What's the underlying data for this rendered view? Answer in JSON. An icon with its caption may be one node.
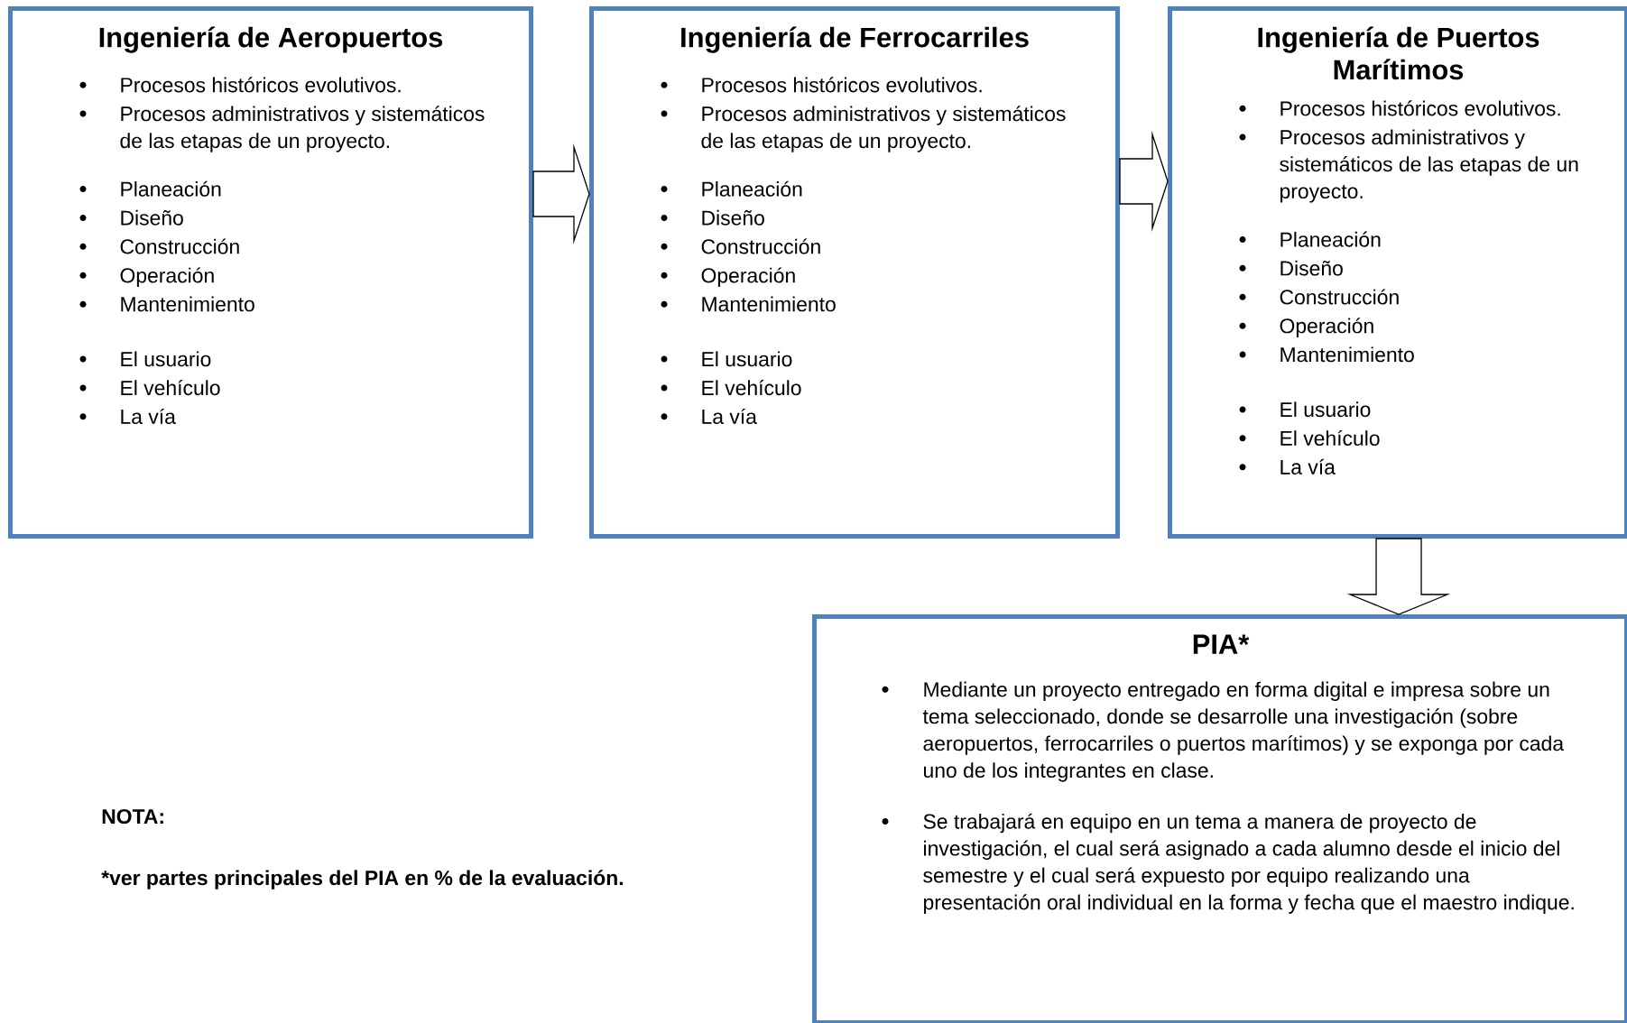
{
  "diagram": {
    "nodes": [
      {
        "text": [
          "Ingeniería de Aeropuertos",
          "Procesos históricos evolutivos.",
          "Procesos administrativos y sistemáticos de las etapas de un proyecto.",
          "Planeación",
          "Diseño",
          "Construcción",
          "Operación",
          "Mantenimiento",
          "El usuario",
          "El vehículo",
          "La vía"
        ]
      },
      {
        "text": [
          "Ingeniería de Ferrocarriles",
          "Procesos históricos evolutivos.",
          "Procesos administrativos y sistemáticos de las etapas de un proyecto.",
          "Planeación",
          "Diseño",
          "Construcción",
          "Operación",
          "Mantenimiento",
          "El usuario",
          "El vehículo",
          "La vía"
        ]
      },
      {
        "text": [
          "Ingeniería de Puertos Marítimos",
          "Procesos históricos evolutivos.",
          "Procesos administrativos y sistemáticos de las etapas de un proyecto.",
          "Planeación",
          "Diseño",
          "Construcción",
          "Operación",
          "Mantenimiento",
          "El usuario",
          "El vehículo",
          "La vía"
        ]
      },
      {
        "text": [
          "PIA*",
          "Mediante un proyecto entregado en forma digital e impresa sobre un tema seleccionado, donde se desarrolle una investigación (sobre aeropuertos, ferrocarriles o puertos marítimos) y se exponga por cada uno de los integrantes en clase.",
          "Se trabajará en equipo en un tema a manera de proyecto de investigación, el cual será asignado a cada alumno desde el inicio del semestre y el cual será expuesto por equipo realizando una presentación oral individual en la forma y fecha que el maestro indique."
        ]
      }
    ],
    "edges": [
      {
        "from": 0,
        "to": 1,
        "arrow": "to"
      },
      {
        "from": 1,
        "to": 2,
        "arrow": "to"
      },
      {
        "from": 2,
        "to": 3,
        "arrow": "to"
      }
    ],
    "labels": [
      "NOTA:",
      "*ver partes principales del PIA en % de la evaluación."
    ]
  }
}
